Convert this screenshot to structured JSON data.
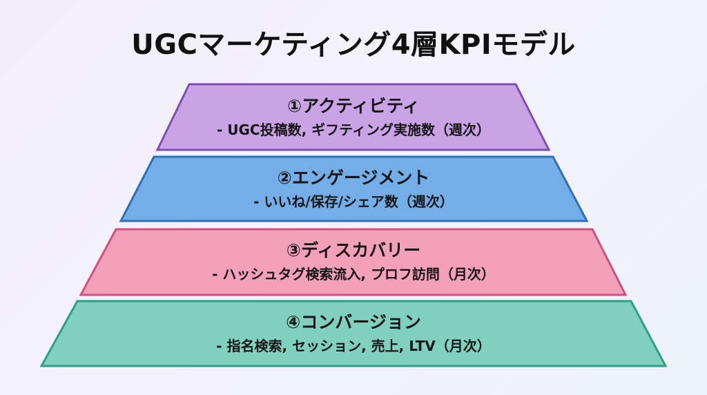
{
  "title": "UGCマーケティング4層KPIモデル",
  "layers": [
    {
      "name": "①アクティビティ",
      "metric": "- UGC投稿数, ギフティング実施数（週次）",
      "fill": "#c9a3e6",
      "stroke": "#7c4fb0"
    },
    {
      "name": "②エンゲージメント",
      "metric": "- いいね/保存/シェア数（週次）",
      "fill": "#73aee8",
      "stroke": "#2f6fb8"
    },
    {
      "name": "③ディスカバリー",
      "metric": "- ハッシュタグ検索流入, プロフ訪問（月次）",
      "fill": "#f4a0bb",
      "stroke": "#cf4f7f"
    },
    {
      "name": "④コンバージョン",
      "metric": "- 指名検索, セッション, 売上, LTV（月次）",
      "fill": "#7fd0bc",
      "stroke": "#2e9e86"
    }
  ]
}
